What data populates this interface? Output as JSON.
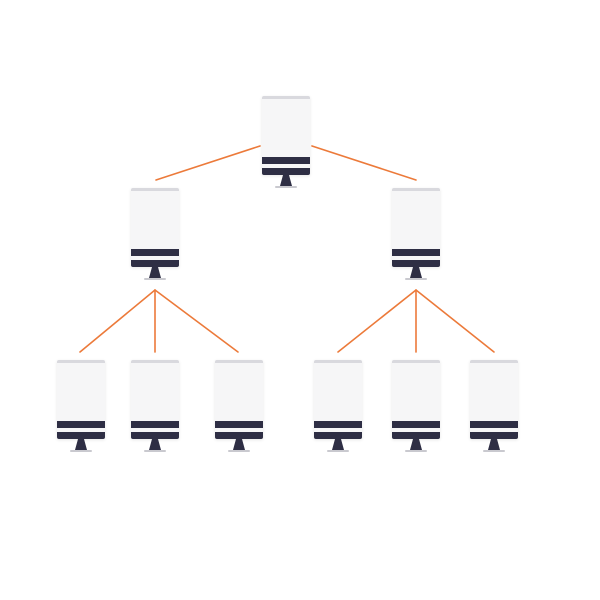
{
  "diagram": {
    "type": "tree",
    "line_color": "#ec7a3a",
    "node_icon": "computer-monitor-icon",
    "nodes": [
      {
        "id": "root",
        "level": 0
      },
      {
        "id": "left-child",
        "level": 1
      },
      {
        "id": "right-child",
        "level": 1
      },
      {
        "id": "left-leaf-1",
        "level": 2
      },
      {
        "id": "left-leaf-2",
        "level": 2
      },
      {
        "id": "left-leaf-3",
        "level": 2
      },
      {
        "id": "right-leaf-1",
        "level": 2
      },
      {
        "id": "right-leaf-2",
        "level": 2
      },
      {
        "id": "right-leaf-3",
        "level": 2
      }
    ],
    "edges": [
      [
        "root",
        "left-child"
      ],
      [
        "root",
        "right-child"
      ],
      [
        "left-child",
        "left-leaf-1"
      ],
      [
        "left-child",
        "left-leaf-2"
      ],
      [
        "left-child",
        "left-leaf-3"
      ],
      [
        "right-child",
        "right-leaf-1"
      ],
      [
        "right-child",
        "right-leaf-2"
      ],
      [
        "right-child",
        "right-leaf-3"
      ]
    ]
  }
}
